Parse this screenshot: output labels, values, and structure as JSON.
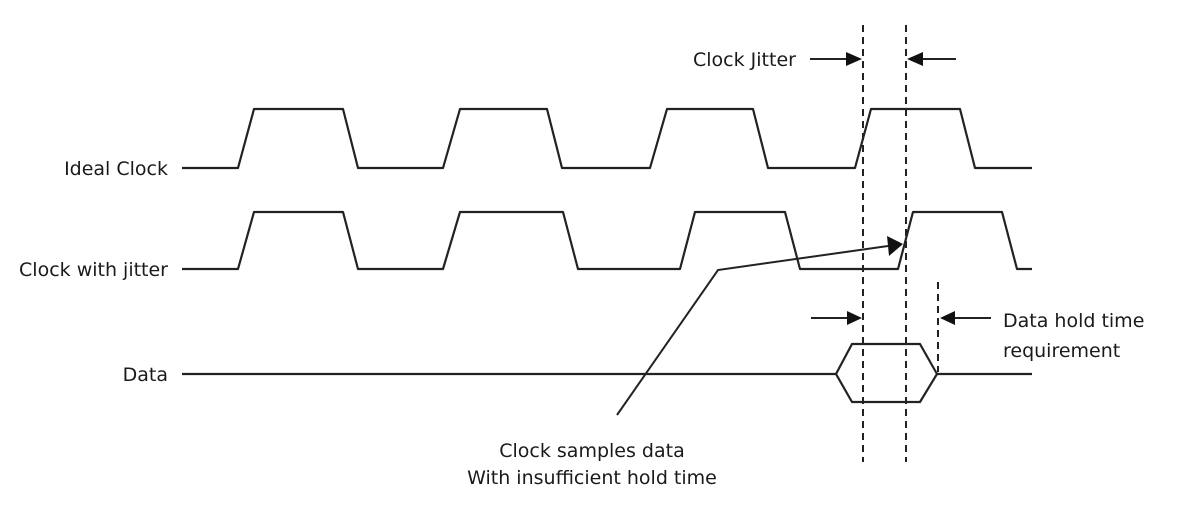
{
  "diagram": {
    "type": "timing-diagram",
    "signals": [
      {
        "id": "ideal",
        "label": "Ideal Clock"
      },
      {
        "id": "jitter",
        "label": "Clock with jitter"
      },
      {
        "id": "data",
        "label": "Data"
      }
    ],
    "annotations": {
      "clock_jitter": "Clock Jitter",
      "hold_time_line1": "Data hold time",
      "hold_time_line2": "requirement",
      "sample_note_line1": "Clock samples data",
      "sample_note_line2": "With insufficient hold time"
    }
  }
}
